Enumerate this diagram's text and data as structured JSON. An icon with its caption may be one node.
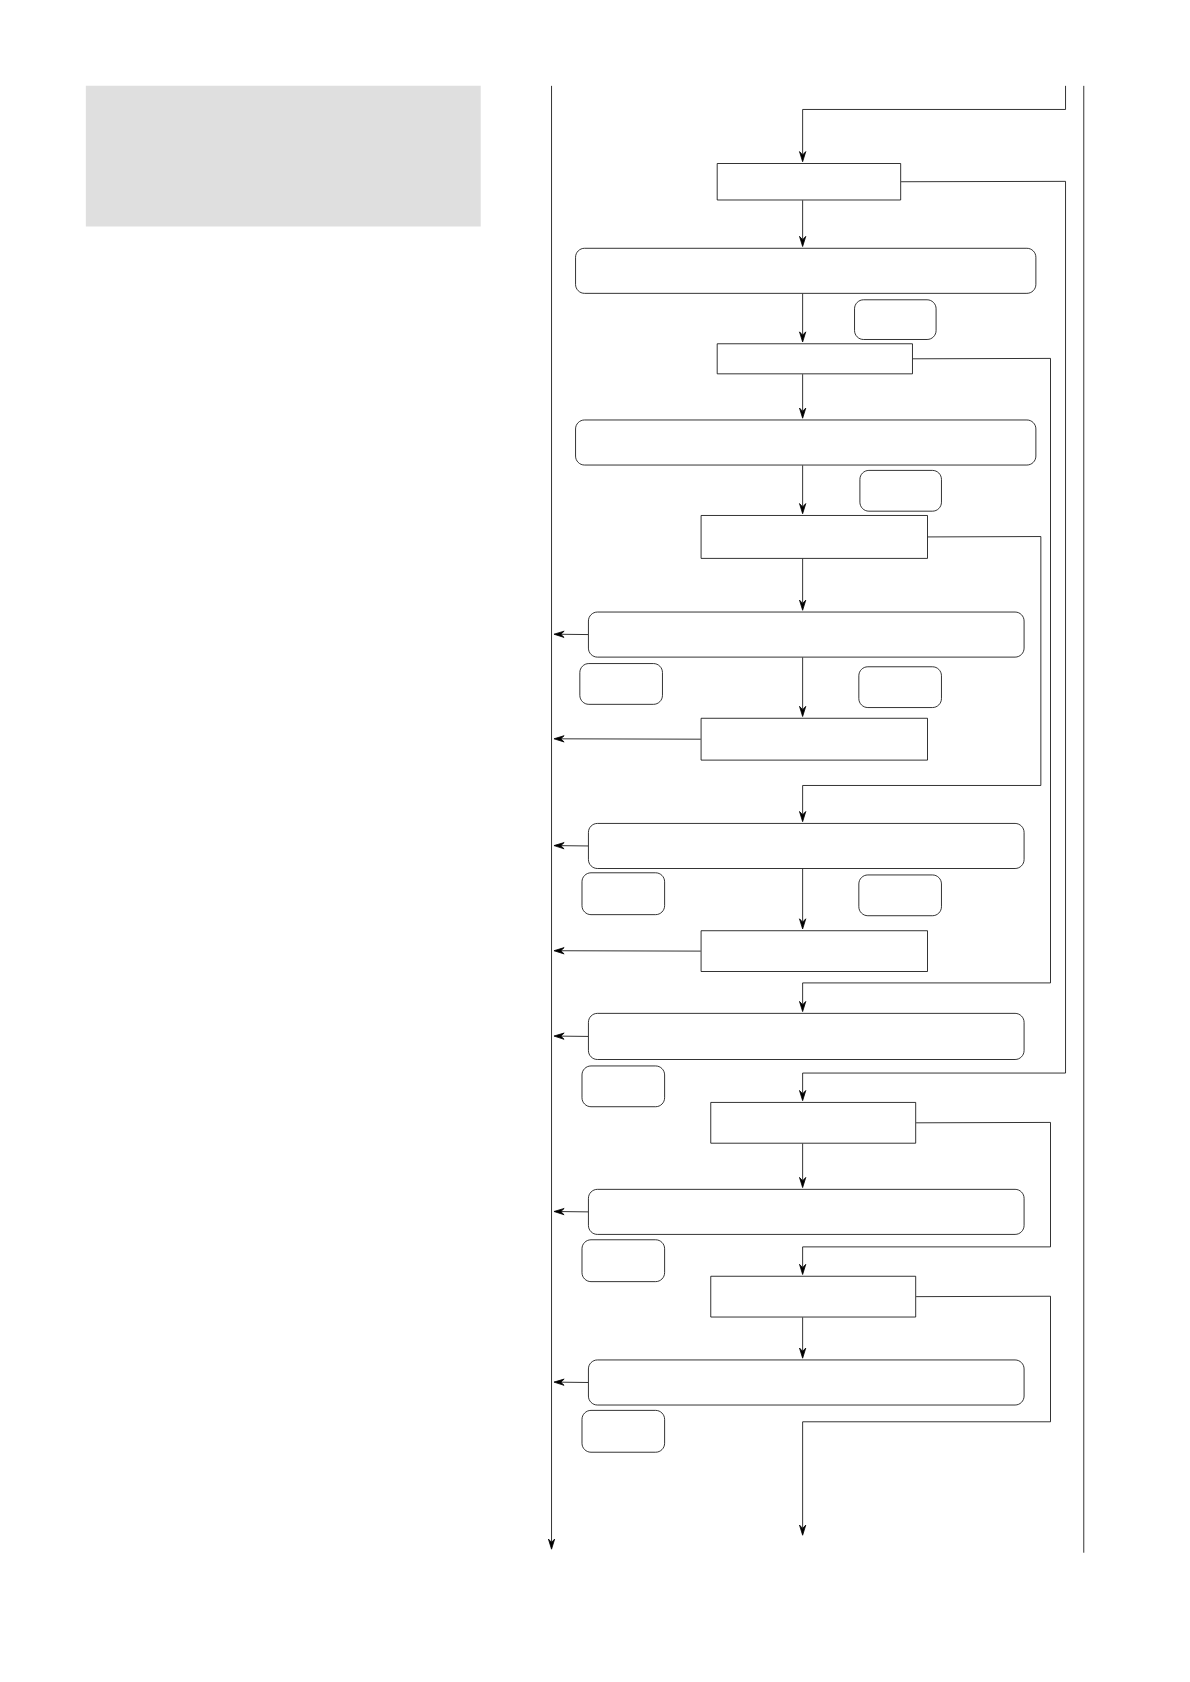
{
  "diagram": {
    "nodes": [
      {
        "text": [],
        "shape": "box"
      },
      {
        "text": [],
        "shape": "box"
      },
      {
        "text": [],
        "shape": "box"
      },
      {
        "text": [],
        "shape": "box"
      },
      {
        "text": [],
        "shape": "box"
      },
      {
        "text": [],
        "shape": "box"
      },
      {
        "text": [],
        "shape": "box"
      },
      {
        "text": [],
        "shape": "box"
      },
      {
        "text": [],
        "shape": "box"
      },
      {
        "text": [],
        "shape": "box"
      },
      {
        "text": [],
        "shape": "box"
      },
      {
        "text": [],
        "shape": "box"
      },
      {
        "text": [],
        "shape": "box"
      },
      {
        "text": [],
        "shape": "box"
      },
      {
        "text": [],
        "shape": "box"
      },
      {
        "text": [],
        "shape": "box"
      },
      {
        "text": [],
        "shape": "box"
      },
      {
        "text": [],
        "shape": "box"
      },
      {
        "text": [],
        "shape": "box"
      },
      {
        "text": [],
        "shape": "box"
      },
      {
        "text": [],
        "shape": "box"
      },
      {
        "text": [],
        "shape": "box"
      },
      {
        "text": [],
        "shape": "box"
      }
    ],
    "edges": [
      {
        "from": null,
        "to": 0,
        "arrow": "to"
      },
      {
        "from": 0,
        "to": 1,
        "arrow": "to"
      },
      {
        "from": 1,
        "to": 3,
        "arrow": "to"
      },
      {
        "from": 3,
        "to": 4,
        "arrow": "to"
      },
      {
        "from": 4,
        "to": 6,
        "arrow": "to"
      },
      {
        "from": 6,
        "to": 7,
        "arrow": "to"
      },
      {
        "from": 7,
        "to": 10,
        "arrow": "to"
      },
      {
        "from": 7,
        "to": null,
        "arrow": "to"
      },
      {
        "from": 10,
        "to": null,
        "arrow": "to"
      },
      {
        "from": 0,
        "to": 17,
        "arrow": "to"
      },
      {
        "from": 3,
        "to": 15,
        "arrow": "to"
      },
      {
        "from": 6,
        "to": 11,
        "arrow": "to"
      },
      {
        "from": 11,
        "to": 14,
        "arrow": "to"
      },
      {
        "from": 11,
        "to": null,
        "arrow": "to"
      },
      {
        "from": 14,
        "to": null,
        "arrow": "to"
      },
      {
        "from": 15,
        "to": null,
        "arrow": "to"
      },
      {
        "from": 17,
        "to": 18,
        "arrow": "to"
      },
      {
        "from": 17,
        "to": 20,
        "arrow": "to"
      },
      {
        "from": 18,
        "to": null,
        "arrow": "to"
      },
      {
        "from": 20,
        "to": 21,
        "arrow": "to"
      },
      {
        "from": 20,
        "to": null,
        "arrow": "to"
      },
      {
        "from": 21,
        "to": null,
        "arrow": "to"
      }
    ]
  }
}
